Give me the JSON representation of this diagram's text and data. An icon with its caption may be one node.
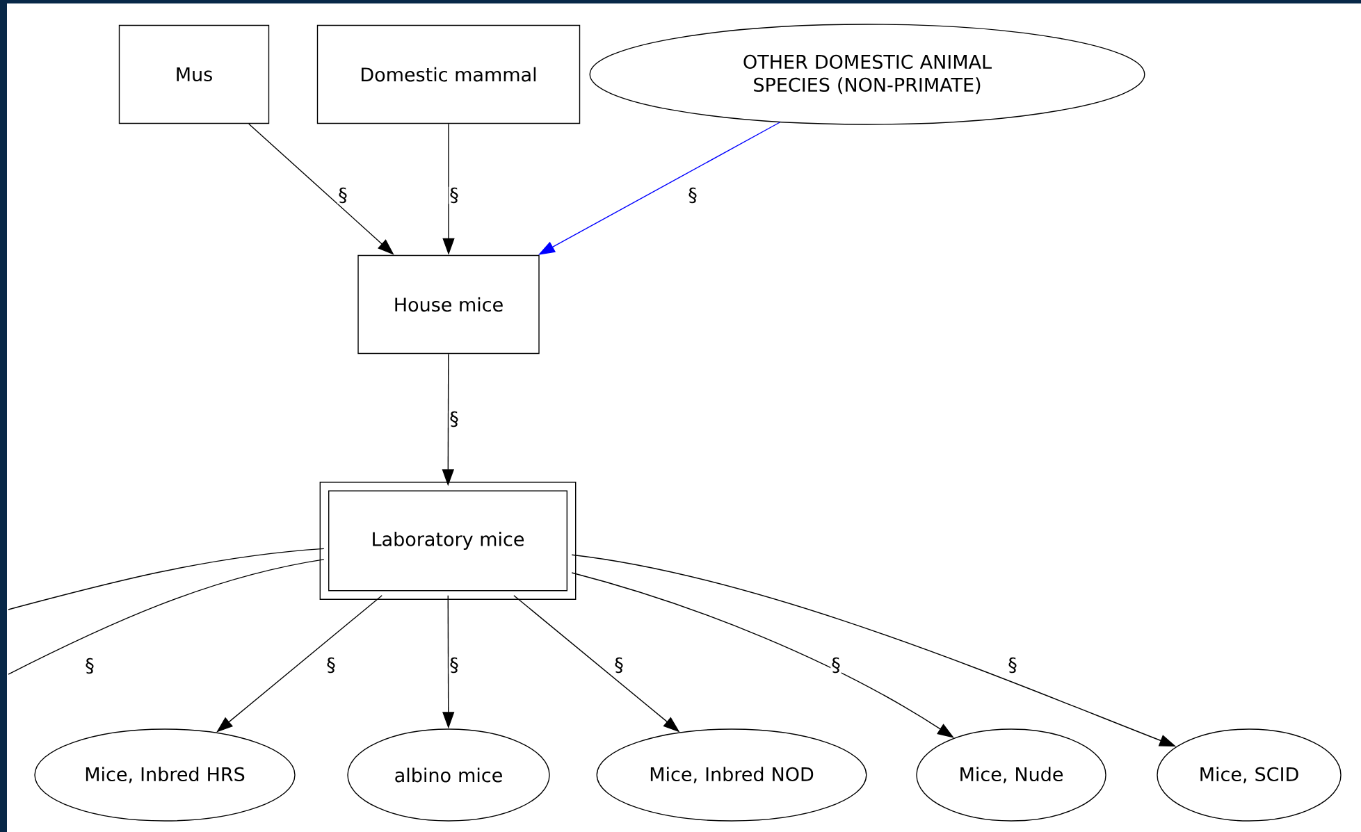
{
  "diagram": {
    "nodes": [
      {
        "text": [
          "Mus"
        ]
      },
      {
        "text": [
          "Domestic mammal"
        ]
      },
      {
        "text": [
          "OTHER DOMESTIC ANIMAL SPECIES (NON-PRIMATE)"
        ]
      },
      {
        "text": [
          "House mice"
        ]
      },
      {
        "text": [
          "Laboratory mice"
        ]
      },
      {
        "text": [
          "Mice, Inbred HRS"
        ]
      },
      {
        "text": [
          "albino mice"
        ]
      },
      {
        "text": [
          "Mice, Inbred NOD"
        ]
      },
      {
        "text": [
          "Mice, Nude"
        ]
      },
      {
        "text": [
          "Mice, SCID"
        ]
      }
    ],
    "edges": [
      {
        "from": 0,
        "to": 3,
        "arrow": "to",
        "label": "§"
      },
      {
        "from": 1,
        "to": 3,
        "arrow": "to",
        "label": "§"
      },
      {
        "from": 2,
        "to": 3,
        "arrow": "to",
        "label": "§",
        "color": "#0000ff"
      },
      {
        "from": 3,
        "to": 4,
        "arrow": "to",
        "label": "§"
      },
      {
        "from": 4,
        "to": 5,
        "arrow": "to",
        "label": "§"
      },
      {
        "from": 4,
        "to": 6,
        "arrow": "to",
        "label": "§"
      },
      {
        "from": 4,
        "to": 7,
        "arrow": "to",
        "label": "§"
      },
      {
        "from": 4,
        "to": 8,
        "arrow": "to",
        "label": "§"
      },
      {
        "from": 4,
        "to": 9,
        "arrow": "to",
        "label": "§"
      },
      {
        "from": 4,
        "to": null,
        "arrow": "none",
        "label": "§"
      },
      {
        "from": 4,
        "to": null,
        "arrow": "none"
      }
    ]
  }
}
